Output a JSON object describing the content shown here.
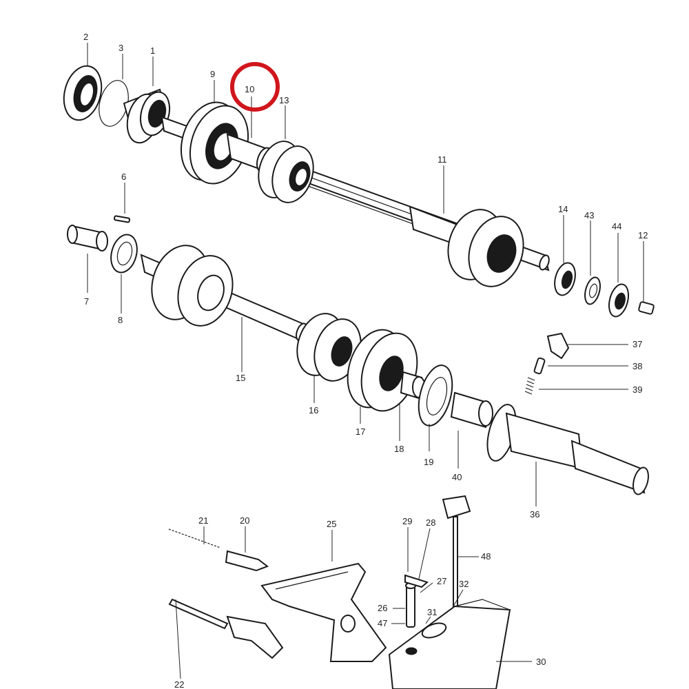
{
  "diagram": {
    "highlight": {
      "part": "10",
      "color": "#d0161c"
    },
    "labels": {
      "l1": "1",
      "l2": "2",
      "l3": "3",
      "l6": "6",
      "l7": "7",
      "l8": "8",
      "l9": "9",
      "l10": "10",
      "l11": "11",
      "l12": "12",
      "l13": "13",
      "l14": "14",
      "l15": "15",
      "l16": "16",
      "l17": "17",
      "l18": "18",
      "l19": "19",
      "l20": "20",
      "l21": "21",
      "l22": "22",
      "l25": "25",
      "l26": "26",
      "l27": "27",
      "l28": "28",
      "l29": "29",
      "l30": "30",
      "l31": "31",
      "l32": "32",
      "l36": "36",
      "l37": "37",
      "l38": "38",
      "l39": "39",
      "l40": "40",
      "l43": "43",
      "l44": "44",
      "l47": "47",
      "l48": "48"
    }
  }
}
